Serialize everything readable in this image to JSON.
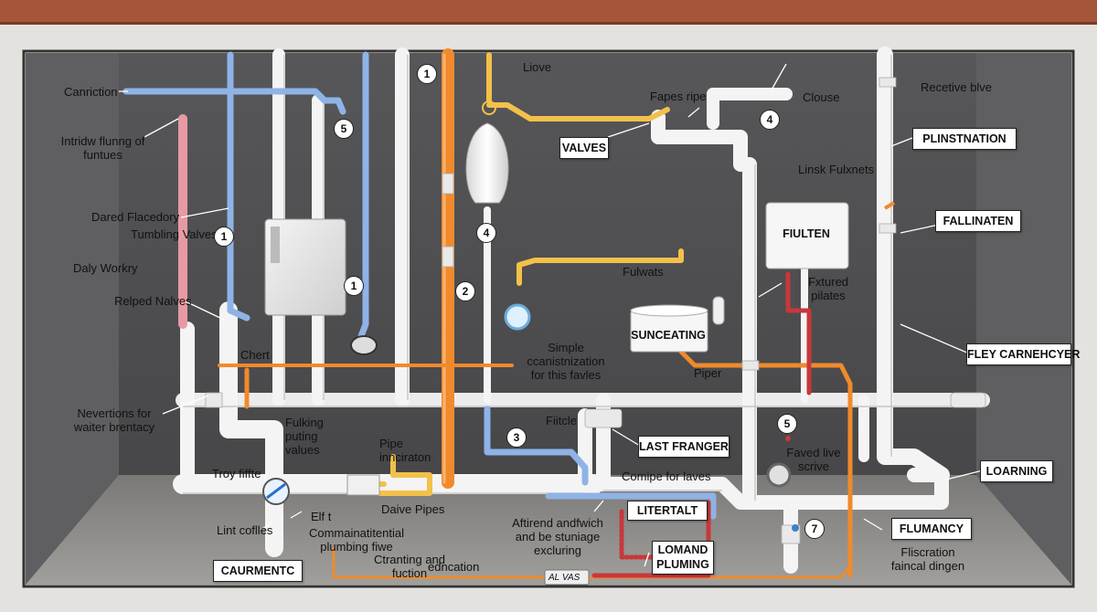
{
  "colors": {
    "trim": "#a5553a",
    "wall": "#4d4d4f",
    "floor": "#8a8987",
    "stucco": "#e4e2de",
    "hot_pipe": "#f08a2c",
    "cold_pipe": "#8fb3e6",
    "gas_pipe": "#f2c14a",
    "red_pipe": "#c8383a",
    "pink_pipe": "#e79aa3",
    "white_pipe": "#f4f4f4"
  },
  "labels": {
    "canriction": "Canriction",
    "intrdw": "Intridw flunng of\nfuntues",
    "dared": "Dared Flacedory",
    "tumbling": "Tumbling Valves",
    "daly": "Daly Workry",
    "relped": "Relped Nalves",
    "chert": "Chert",
    "nevertions": "Nevertions for\nwaiter brentacy",
    "fulking": "Fulking\nputing\nvalues",
    "troy": "Troy fiffte",
    "lint": "Lint coflles",
    "elf": "Elf t",
    "commain": "Commainatitential\nplumbing fiwe",
    "ctranting": "Ctranting and\nfuction",
    "edncation": "edncation",
    "pipe_inncir": "Pipe\ninnciraton",
    "daive": "Daive Pipes",
    "liove": "Liove",
    "fapes": "Fapes ripe",
    "clouse": "Clouse",
    "simple": "Simple\nccanistnization\nfor this favles",
    "fulwats": "Fulwats",
    "fiitcle": "Fiitcle",
    "compie": "Comipe for laves",
    "aftirend": "Aftirend andfwich\nand be stuniage\nexcluring",
    "linsk": "Linsk Fulxnets",
    "fxtured": "Fxtured\npilates",
    "piper": "Piper",
    "faved": "Faved live\nscrive",
    "receive": "Recetive blve",
    "fiiscration": "Fliscration\nfaincal dingen",
    "al_vas": "AL VAS"
  },
  "boxes": {
    "valves": "VALVES",
    "plinstration": "PLINSTNATION",
    "fiulten": "FIULTEN",
    "fallinaten": "FALLINATEN",
    "suncearing": "SUNCEATING",
    "fley": "FLEY CARNEHCYER",
    "last_franger": "LAST FRANGER",
    "loarning": "LOARNING",
    "litertalt": "LITERTALT",
    "flumancy": "FLUMANCY",
    "lomand": "LOMAND\nPLUMING",
    "caurmentc": "CAURMENTC"
  },
  "numbers": {
    "n1_top": "1",
    "n5_top": "5",
    "n1_left": "1",
    "n1_mid": "1",
    "n4_mid": "4",
    "n2_mid": "2",
    "n3": "3",
    "n4_top": "4",
    "n5_right": "5",
    "n7": "7"
  }
}
